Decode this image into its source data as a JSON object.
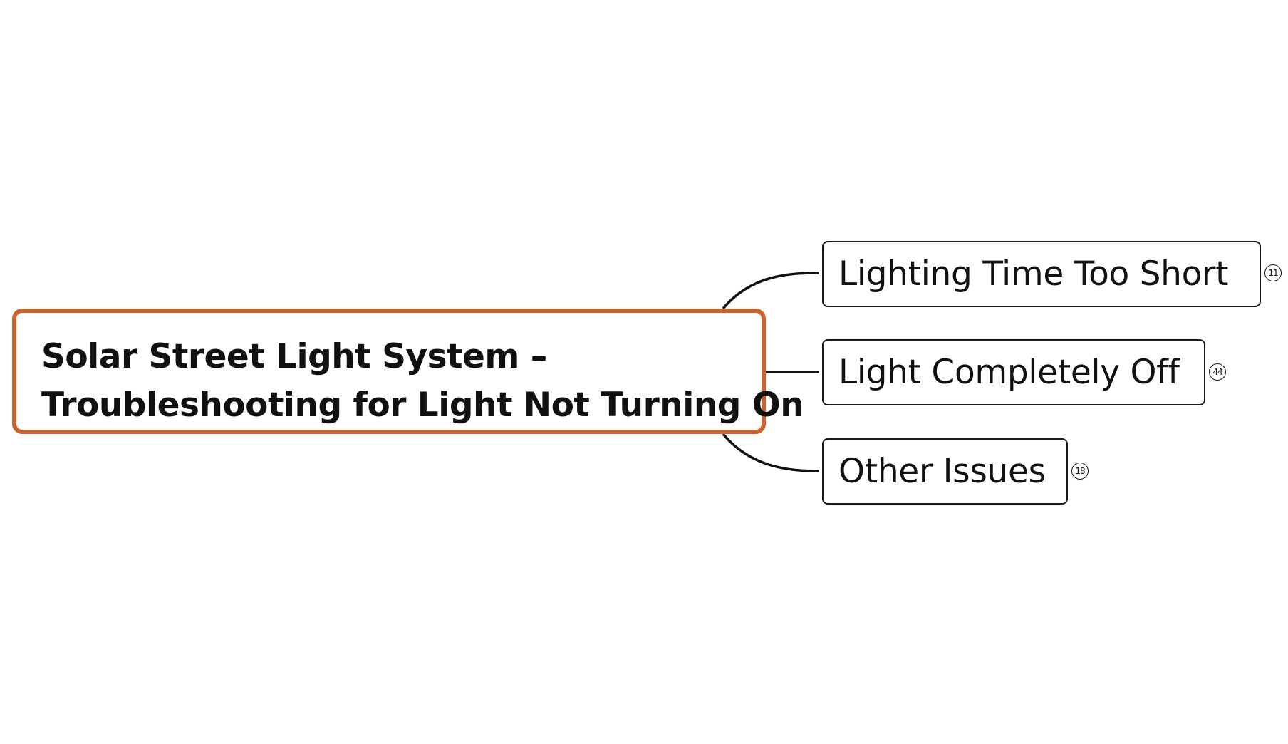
{
  "mindmap": {
    "central_topic": {
      "line1": "Solar Street Light System –",
      "line2": "Troubleshooting for Light Not Turning On",
      "border_color": "#c9652c"
    },
    "branches": [
      {
        "label": "Lighting Time Too Short",
        "count": "11"
      },
      {
        "label": "Light Completely Off",
        "count": "44"
      },
      {
        "label": "Other Issues",
        "count": "18"
      }
    ]
  }
}
